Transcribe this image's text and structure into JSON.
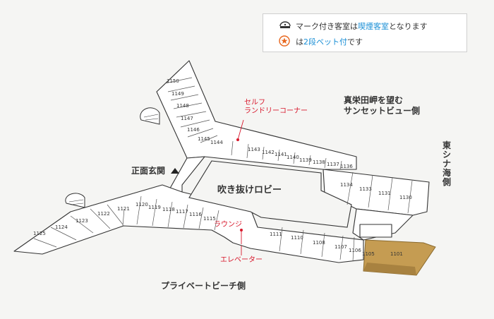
{
  "legend": {
    "row1": {
      "pre": "マーク付き客室は",
      "highlight": "喫煙客室",
      "post": "となります",
      "icon": "smoking-mark-icon"
    },
    "row2": {
      "pre": "は",
      "highlight": "2段ベット付",
      "post": "です",
      "icon": "star-icon"
    }
  },
  "labels": {
    "cape_view": [
      "真栄田岬を望む",
      "サンセットビュー側"
    ],
    "east_china_sea": "東シナ海側",
    "main_entrance": "正面玄関",
    "atrium": "吹き抜けロビー",
    "private_beach": "プライベートビーチ側",
    "laundry": [
      "セルフ",
      "ランドリーコーナー"
    ],
    "lounge": "ラウンジ",
    "elevator": "エレベーター"
  },
  "rooms": {
    "upper_diagonal": [
      "1150",
      "1149",
      "1148",
      "1147",
      "1146",
      "1145",
      "1144"
    ],
    "upper_row": [
      "1143",
      "1142",
      "1141",
      "1140",
      "1139",
      "1138",
      "1137",
      "1136"
    ],
    "east_wing": [
      "1134",
      "1133",
      "1131",
      "1130"
    ],
    "lower_row": [
      "1120",
      "1119",
      "1118",
      "1117",
      "1116",
      "1115"
    ],
    "lower_left": [
      "1125",
      "1124",
      "1123",
      "1122",
      "1121"
    ],
    "south_row": [
      "1111",
      "1110",
      "1108",
      "1107",
      "1106",
      "1105"
    ],
    "highlighted": "1101"
  },
  "colors": {
    "highlight_room": "#c59c52",
    "accent_red": "#d8182c",
    "accent_blue": "#1a8fd6",
    "star": "#e8661d"
  }
}
